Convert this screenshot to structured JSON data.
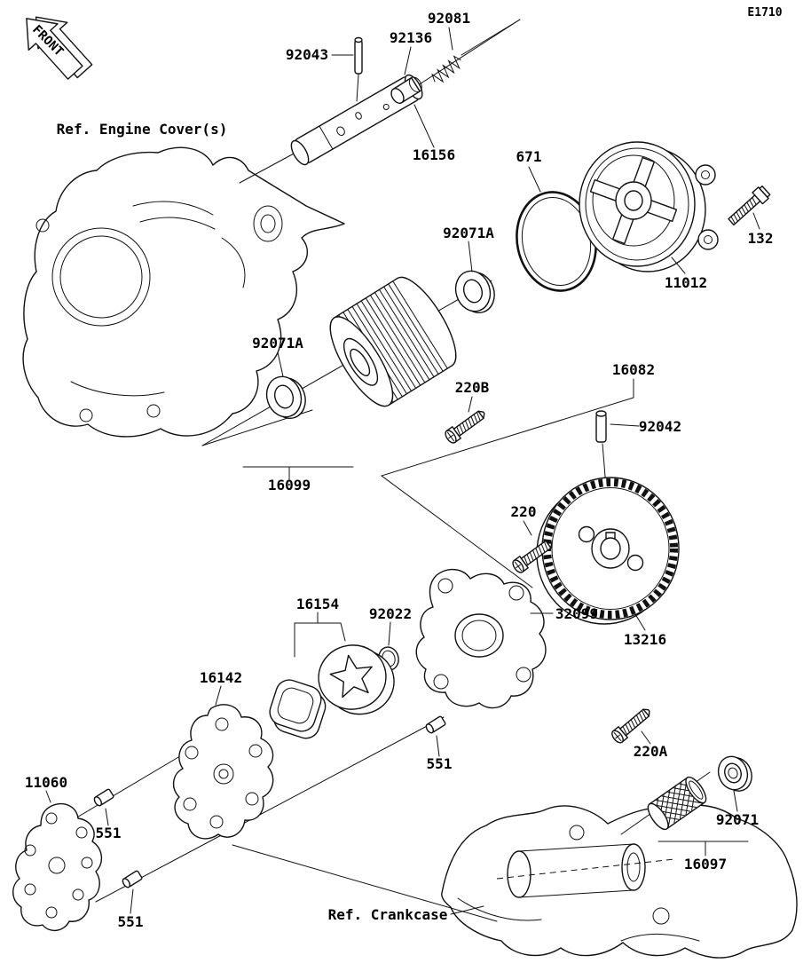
{
  "colors": {
    "line": "#111111",
    "background": "#ffffff"
  },
  "labels": {
    "e1710": "E1710",
    "front": "FRONT",
    "ref_engine_cover": "Ref. Engine Cover(s)",
    "ref_crankcase": "Ref. Crankcase",
    "l92043": "92043",
    "l92136": "92136",
    "l92081": "92081",
    "l16156": "16156",
    "l671": "671",
    "l132": "132",
    "l11012": "11012",
    "l92071a_upper": "92071A",
    "l92071a_lower": "92071A",
    "l220b": "220B",
    "l16082": "16082",
    "l92042": "92042",
    "l16099": "16099",
    "l220": "220",
    "l32099": "32099",
    "l92022": "92022",
    "l16154": "16154",
    "l13216": "13216",
    "l16142": "16142",
    "l11060": "11060",
    "l551_a": "551",
    "l551_b": "551",
    "l551_c": "551",
    "l220a": "220A",
    "l92071": "92071",
    "l16097": "16097"
  }
}
